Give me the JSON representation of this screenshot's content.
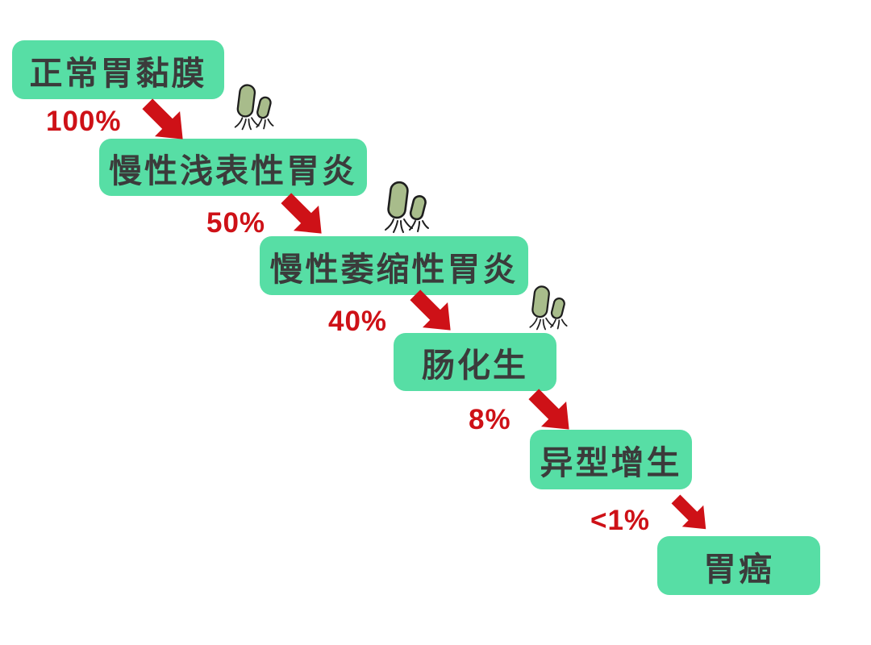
{
  "diagram": {
    "description": "Progression of gastric disease stages with transition rates",
    "colors": {
      "background": "#FFFFFF",
      "box_fill": "#57DEA5",
      "box_text": "#3B3B3B",
      "accent_red": "#CE1117",
      "bacteria_fill": "#A8BC8B",
      "bacteria_outline": "#1E1E1E"
    },
    "stages": [
      {
        "label": "正常胃黏膜"
      },
      {
        "label": "慢性浅表性胃炎"
      },
      {
        "label": "慢性萎缩性胃炎"
      },
      {
        "label": "肠化生"
      },
      {
        "label": "异型增生"
      },
      {
        "label": "胃癌"
      }
    ],
    "transitions": [
      {
        "rate": "100%",
        "bacteria": true
      },
      {
        "rate": "50%",
        "bacteria": true
      },
      {
        "rate": "40%",
        "bacteria": true
      },
      {
        "rate": "8%",
        "bacteria": false
      },
      {
        "rate": "<1%",
        "bacteria": false
      }
    ],
    "icons": {
      "arrow": "red-diagonal-arrow",
      "bacteria": "h-pylori-bacteria"
    }
  }
}
